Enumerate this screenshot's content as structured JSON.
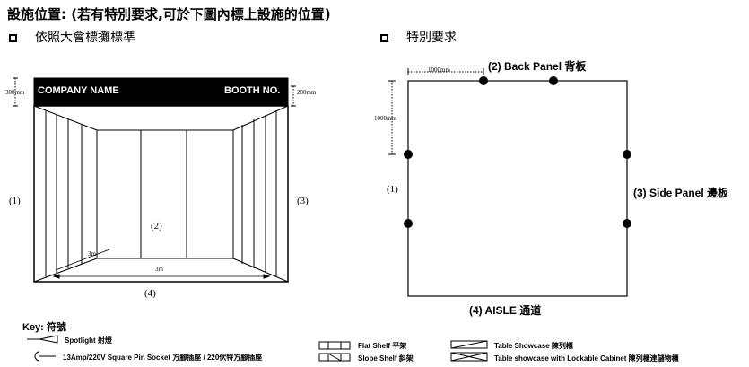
{
  "title": "設施位置: (若有特別要求,可於下圖內標上設施的位置)",
  "options": {
    "standard": "依照大會標攤標準",
    "special": "特別要求"
  },
  "left_booth": {
    "company_name": "COMPANY NAME",
    "booth_no": "BOOTH NO.",
    "dim_left": "300mm",
    "dim_right": "200mm",
    "label_1": "(1)",
    "label_2": "(2)",
    "label_3": "(3)",
    "label_4": "(4)",
    "depth": "3m",
    "width": "3m"
  },
  "right_plan": {
    "back_panel": "(2) Back Panel 背板",
    "side_panel": "(3) Side Panel 邊板",
    "aisle": "(4) AISLE 通道",
    "label_1": "(1)",
    "dim_top": "1000mm",
    "dim_left": "1000mm"
  },
  "key": {
    "title": "Key: 符號",
    "items": {
      "spotlight": "Spotlight 射燈",
      "socket": "13Amp/220V Square Pin Socket 方腳插座 / 220伏特方腳插座",
      "flat_shelf": "Flat Shelf 平架",
      "slope_shelf": "Slope Shelf 斜架",
      "showcase": "Table Showcase 陳列櫃",
      "showcase_lock": "Table showcase with Lockable Cabinet 陳列櫃連儲物櫃"
    }
  }
}
